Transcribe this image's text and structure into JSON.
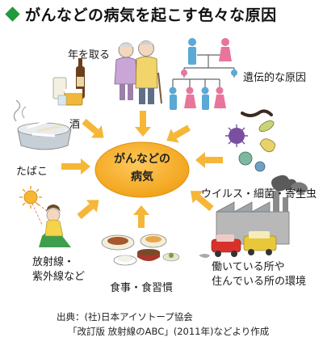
{
  "title": "がんなどの病気を起こす色々な原因",
  "center": {
    "line1": "がんなどの",
    "line2": "病気"
  },
  "causes": {
    "age": "年を取る",
    "genetic": "遺伝的な原因",
    "alcohol": "酒",
    "tobacco": "たばこ",
    "virus": "ウイルス・細菌・寄生虫",
    "radiation_1": "放射線・",
    "radiation_2": "紫外線など",
    "diet": "食事・食習慣",
    "environment_1": "働いている所や",
    "environment_2": "住んでいる所の環境"
  },
  "source": {
    "line1": "出典：(社)日本アイソトープ協会",
    "line2": "「改訂版 放射線のABC」(2011年)などより作成"
  },
  "colors": {
    "accent_diamond": "#1f9a3c",
    "center_oval": "#f2a31b",
    "arrows": "#f6b637",
    "male_icon": "#5aa9d6",
    "female_icon": "#e8759c"
  }
}
